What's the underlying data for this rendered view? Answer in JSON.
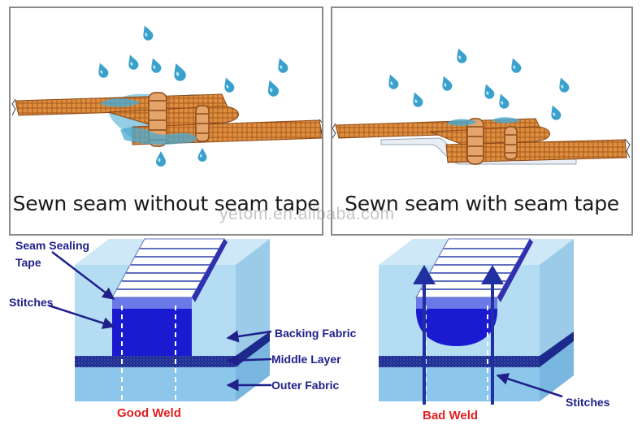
{
  "top_panels": {
    "left": {
      "caption": "Sewn seam without seam tape"
    },
    "right": {
      "caption": "Sewn seam with seam tape"
    }
  },
  "watermark": "yetom.en.alibaba.com",
  "diagram": {
    "labels": {
      "seam_sealing_tape_line1": "Seam Sealing",
      "seam_sealing_tape_line2": "Tape",
      "stitches_left": "Stitches",
      "backing_fabric": "Backing Fabric",
      "middle_layer": "Middle Layer",
      "outer_fabric": "Outer Fabric",
      "stitches_right": "Stitches"
    },
    "good_weld": "Good Weld",
    "bad_weld": "Bad Weld"
  },
  "colors": {
    "fabric": "#d98a3a",
    "fabric_dark": "#a8581c",
    "water": "#3c9fc8",
    "tape": "#2020c0",
    "label_blue": "#20208a",
    "weld_red": "#e02020",
    "layer_light": "#a9d4ee",
    "layer_mid": "#8cc2e6",
    "middle_layer": "#1c2a8c",
    "panel_border": "#8a8a8a"
  },
  "icons": [
    "water-drop-icon",
    "seam-fabric-icon",
    "arrow-up-icon"
  ]
}
